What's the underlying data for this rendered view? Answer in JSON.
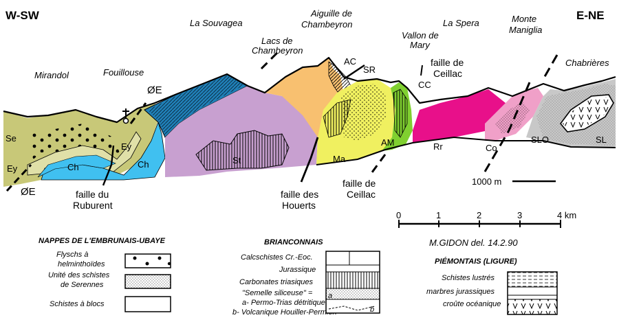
{
  "orientation": {
    "left": "W-SW",
    "right": "E-NE"
  },
  "peaks": {
    "mirandol": "Mirandol",
    "fouillouse": "Fouillouse",
    "souvagea": "La Souvagea",
    "lacs_line1": "Lacs de",
    "lacs_line2": "Chambeyron",
    "aiguille_line1": "Aiguille de",
    "aiguille_line2": "Chambeyron",
    "vallon_line1": "Vallon de",
    "vallon_line2": "Mary",
    "spera": "La Spera",
    "maniglia_line1": "Monte",
    "maniglia_line2": "Maniglia",
    "chabrieres": "Chabrières"
  },
  "faults": {
    "ruburent_line1": "faille du",
    "ruburent_line2": "Ruburent",
    "houerts_line1": "faille des",
    "houerts_line2": "Houerts",
    "ceillac_low_line1": "faille de",
    "ceillac_low_line2": "Ceillac",
    "ceillac_high_line1": "faille de",
    "ceillac_high_line2": "Ceillac"
  },
  "units": {
    "oe_top": "ØE",
    "oe_bottom": "ØE",
    "se": "Se",
    "ey_left": "Ey",
    "ey_fold": "Ey",
    "ch_left": "Ch",
    "ch_right": "Ch",
    "st": "St",
    "ac": "AC",
    "sr": "SR",
    "ma": "Ma",
    "am": "AM",
    "cc": "CC",
    "rr": "Rr",
    "co": "Co",
    "slo": "SLO",
    "sl": "SL"
  },
  "scale": {
    "length_label": "1000 m",
    "ticks": [
      "0",
      "1",
      "2",
      "3",
      "4 km"
    ]
  },
  "credit": "M.GIDON   del.  14.2.90",
  "legend": {
    "embrunais": {
      "heading": "NAPPES DE L'EMBRUNAIS-UBAYE",
      "flysch_line1": "Flyschs à",
      "flysch_line2": "helminthoïdes",
      "serennes_line1": "Unité des schistes",
      "serennes_line2": "de Serennes",
      "blocs": "Schistes à blocs"
    },
    "brianconnais": {
      "heading": "BRIANCONNAIS",
      "calcschistes": "Calcschistes Cr.-Eoc.",
      "jurassique": "Jurassique",
      "carbonates": "Carbonates triasiques",
      "semelle": "\"Semelle siliceuse\" =",
      "permo": "a- Permo-Trias détritique",
      "volcanique": "b- Volcanique Houiller-Permien",
      "mark_a": "a",
      "mark_b": "b"
    },
    "piemontais": {
      "heading": "PIÉMONTAIS  (LIGURE)",
      "schistes": "Schistes lustrés",
      "marbres": "marbres jurassiques",
      "croute": "croûte océanique"
    }
  },
  "colors": {
    "flysch": "#c8c878",
    "serennes": "#e0e0a8",
    "blocs": "#40c0f0",
    "dark_blue": "#2080b8",
    "violet": "#c8a0d0",
    "orange": "#f8c070",
    "yellow": "#f0f060",
    "green": "#80d030",
    "magenta": "#e8108a",
    "pink": "#f0a0c8",
    "grey": "#c8c8c8"
  }
}
